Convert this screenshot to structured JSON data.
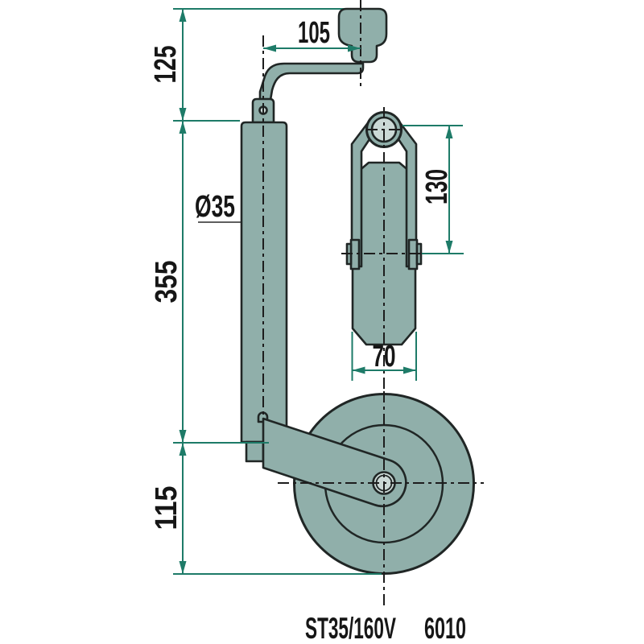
{
  "drawing": {
    "title_semantic": "jockey-wheel-technical-drawing",
    "dimensions": {
      "handle_height": "125",
      "crank_length": "105",
      "tube_length": "355",
      "tube_diameter": "Ø35",
      "wheel_center_height": "130",
      "wheel_width": "70",
      "ground_clearance": "115"
    },
    "label": {
      "model": "ST35/160V",
      "code": "6010"
    },
    "colors": {
      "body_fill": "#90afaa",
      "body_highlight": "#ccd9d6",
      "outline": "#202625",
      "dimension_green": "#1e7b68",
      "text": "#161616",
      "background": "#ffffff"
    }
  }
}
